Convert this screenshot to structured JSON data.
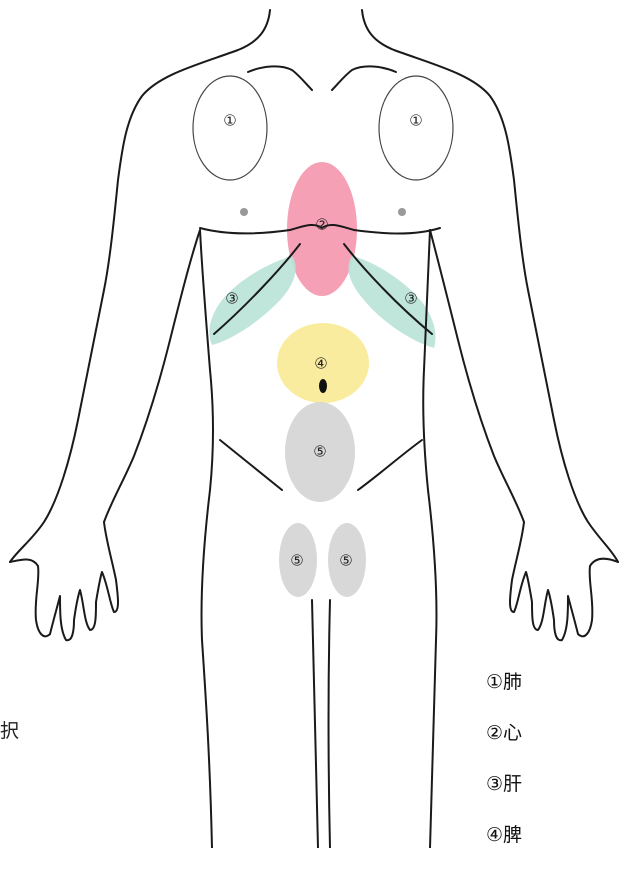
{
  "zones": {
    "lung_left": "①",
    "lung_right": "①",
    "heart": "②",
    "liver_left": "③",
    "liver_right": "③",
    "spleen": "④",
    "lower_center": "⑤",
    "lower_left": "⑤",
    "lower_right": "⑤"
  },
  "legend": [
    "①肺",
    "②心",
    "③肝",
    "④脾"
  ],
  "side_text": "択",
  "colors": {
    "heart": "#f38fa8",
    "liver": "#b9e3d8",
    "spleen": "#f8ea93",
    "kidney": "#d4d4d4",
    "outline": "#1a1a1a"
  }
}
